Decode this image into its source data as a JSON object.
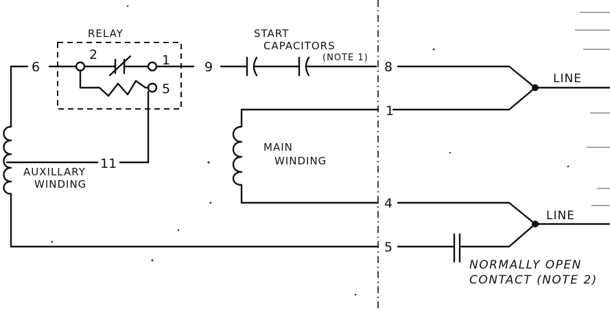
{
  "diagram": {
    "relay_label": "RELAY",
    "start_cap_line1": "START",
    "start_cap_line2": "CAPACITORS",
    "note1": "(NOTE 1)",
    "main_winding_line1": "MAIN",
    "main_winding_line2": "WINDING",
    "aux_winding_line1": "AUXILLARY",
    "aux_winding_line2": "WINDING",
    "line_top": "LINE",
    "line_bottom": "LINE",
    "no_contact_line1": "NORMALLY OPEN",
    "no_contact_line2": "CONTACT (NOTE 2)",
    "terminals": {
      "t6": "6",
      "t2": "2",
      "t1": "1",
      "t5": "5",
      "t9": "9",
      "t8": "8",
      "t1b": "1",
      "t11": "11",
      "t4": "4",
      "t5b": "5"
    }
  }
}
